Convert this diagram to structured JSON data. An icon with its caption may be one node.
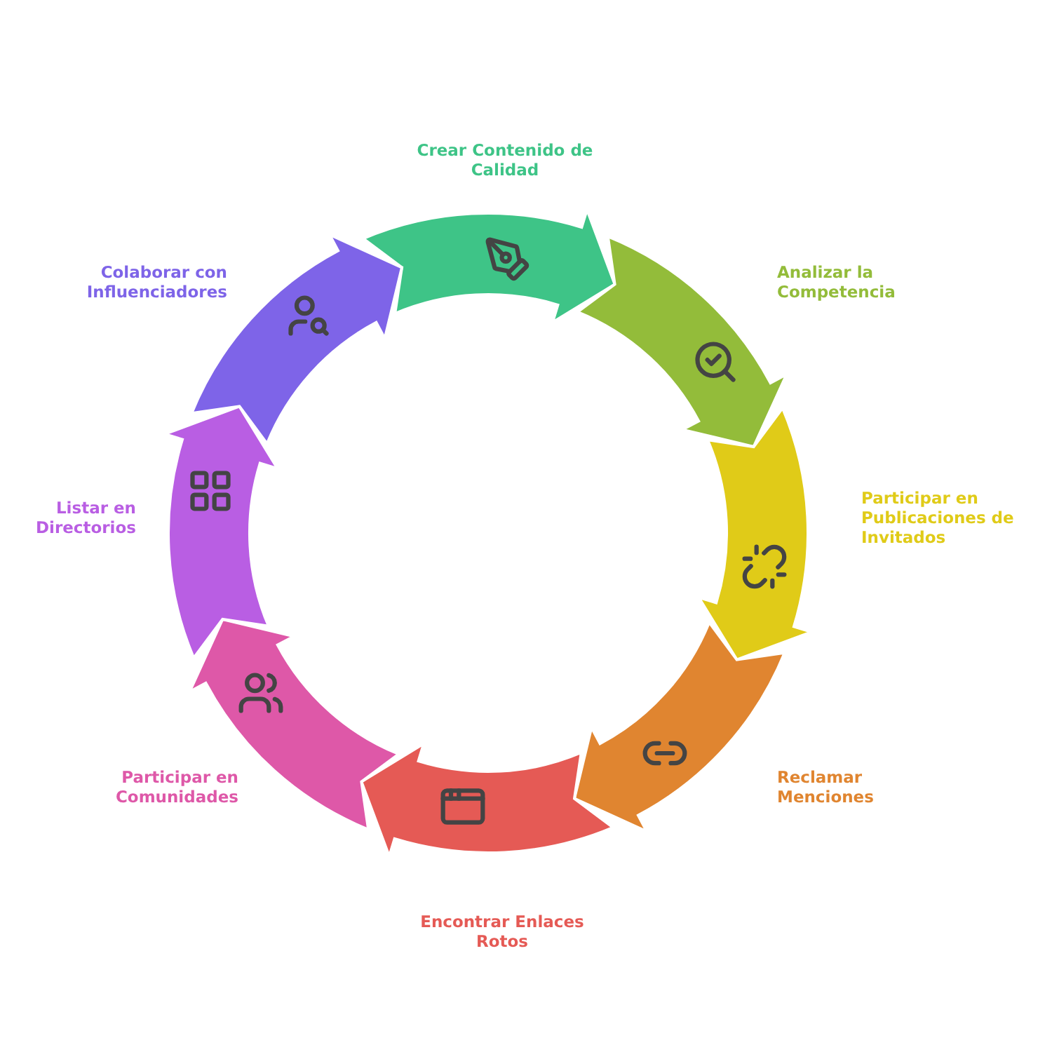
{
  "diagram": {
    "nodes": [
      {
        "text": [
          "Crear Contenido de Calidad"
        ]
      },
      {
        "text": [
          "Analizar la Competencia"
        ]
      },
      {
        "text": [
          "Participar en Publicaciones de Invitados"
        ]
      },
      {
        "text": [
          "Reclamar Menciones"
        ]
      },
      {
        "text": [
          "Encontrar Enlaces Rotos"
        ]
      },
      {
        "text": [
          "Participar en Comunidades"
        ]
      },
      {
        "text": [
          "Listar en Directorios"
        ]
      },
      {
        "text": [
          "Colaborar con Influenciadores"
        ]
      }
    ]
  }
}
